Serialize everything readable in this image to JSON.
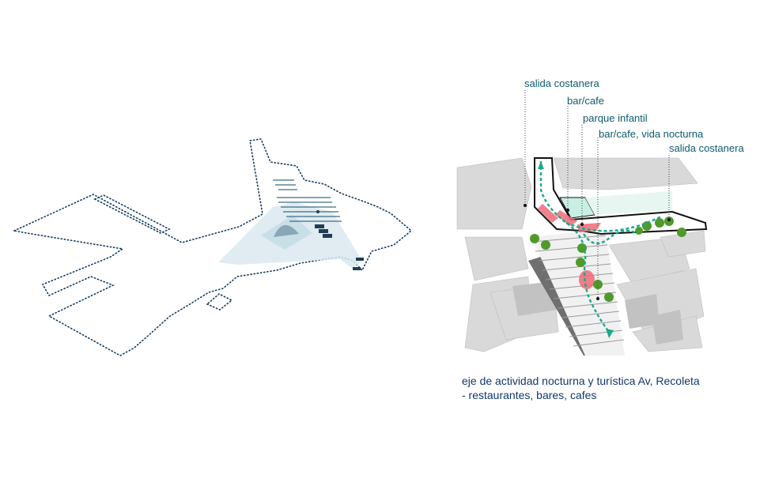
{
  "labels": {
    "salida_costanera_1": "salida costanera",
    "bar_cafe": "bar/cafe",
    "parque_infantil": "parque infantil",
    "bar_cafe_vida_nocturna": "bar/cafe, vida nocturna",
    "salida_costanera_2": "salida costanera"
  },
  "caption": {
    "line1": "eje de actividad nocturna y turística Av, Recoleta",
    "line2": "- restaurantes, bares, cafes"
  },
  "colors": {
    "outline": "#0d3b63",
    "teal_path": "#1ba98a",
    "label_text": "#0c5a6e",
    "caption_text": "#12386a",
    "activity_red": "#f06a78",
    "tree_green": "#4f9a2a",
    "building_gray": "#d6d6d6"
  }
}
